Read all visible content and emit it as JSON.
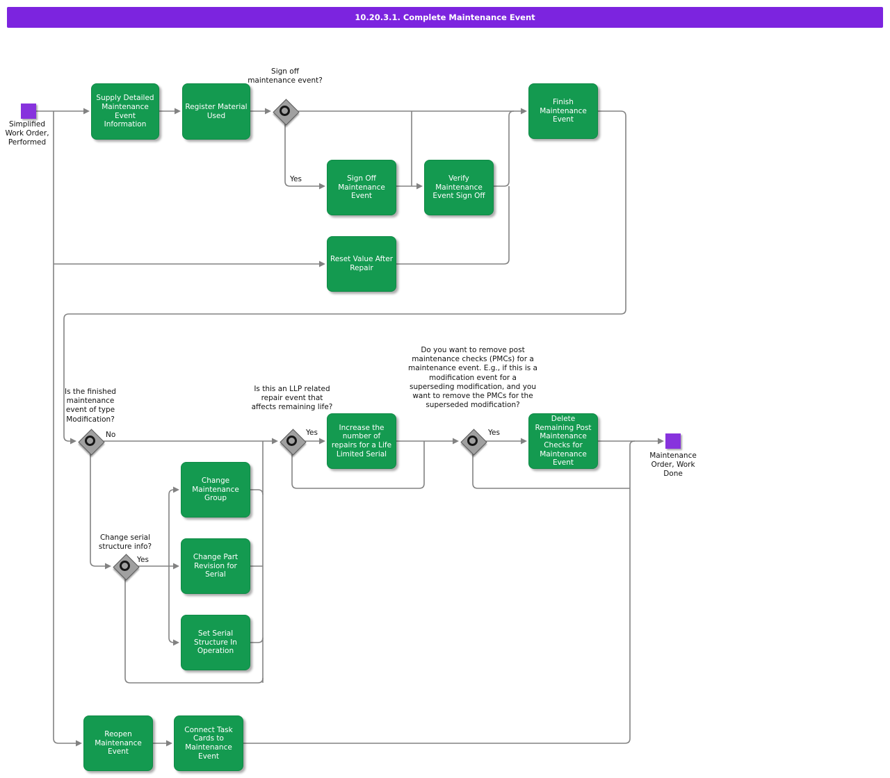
{
  "header": {
    "title": "10.20.3.1. Complete Maintenance Event"
  },
  "colors": {
    "header_purple": "#7c24df",
    "event_purple": "#8733dd",
    "task_green": "#149a50",
    "connector_gray": "#828282",
    "gateway_gray": "#a0a0a0",
    "task_text": "#ffffff",
    "label_text": "#111111"
  },
  "events": {
    "start": {
      "label": "Simplified Work Order, Performed"
    },
    "end": {
      "label": "Maintenance Order, Work Done"
    }
  },
  "tasks": {
    "supply": {
      "label": "Supply Detailed Maintenance Event Information"
    },
    "register": {
      "label": "Register Material Used"
    },
    "finish": {
      "label": "Finish Maintenance Event"
    },
    "sign_off": {
      "label": "Sign Off Maintenance Event"
    },
    "verify": {
      "label": "Verify Maintenance Event Sign Off"
    },
    "reset": {
      "label": "Reset Value After Repair"
    },
    "increase": {
      "label": "Increase the number of repairs for a Life Limited Serial"
    },
    "delete_pmc": {
      "label": "Delete Remaining Post Maintenance Checks for Maintenance Event"
    },
    "change_group": {
      "label": "Change Maintenance Group"
    },
    "change_part": {
      "label": "Change Part Revision for Serial"
    },
    "set_serial": {
      "label": "Set Serial Structure In Operation"
    },
    "reopen": {
      "label": "Reopen Maintenance Event"
    },
    "connect": {
      "label": "Connect Task Cards to Maintenance Event"
    }
  },
  "decisions": {
    "sign_off": {
      "question": "Sign off maintenance event?",
      "yes": "Yes"
    },
    "modification": {
      "question": "Is the finished maintenance event of type Modification?",
      "no": "No"
    },
    "llp": {
      "question": "Is this an LLP related repair event that affects remaining life?",
      "yes": "Yes"
    },
    "pmc": {
      "question": "Do you want to remove post maintenance checks (PMCs) for a maintenance event. E.g., if this is a modification event for a superseding modification, and you want to remove the PMCs for the superseded modification?",
      "yes": "Yes"
    },
    "serial": {
      "question": "Change serial structure info?",
      "yes": "Yes"
    }
  }
}
